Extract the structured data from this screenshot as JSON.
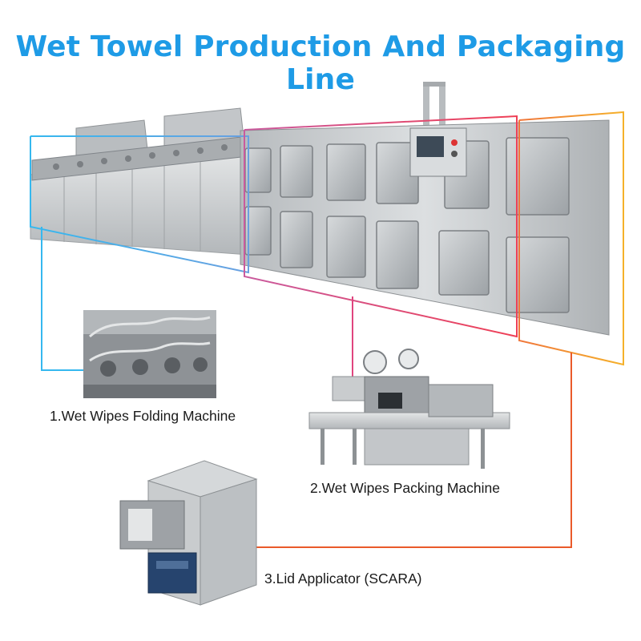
{
  "title": "Wet Towel Production And Packaging Line",
  "colors": {
    "title": "#1e9be6",
    "line_blue": "#35b8ef",
    "line_magenta": "#e0457f",
    "line_orange": "#f5a623",
    "line_red": "#ea5a2a",
    "steel": "#c9ccce"
  },
  "machines": [
    {
      "label": "1.Wet Wipes Folding Machine",
      "color": "#35b8ef"
    },
    {
      "label": "2.Wet Wipes Packing Machine",
      "color": "#e0457f"
    },
    {
      "label": "3.Lid Applicator (SCARA)",
      "color": "#ea5a2a"
    }
  ]
}
